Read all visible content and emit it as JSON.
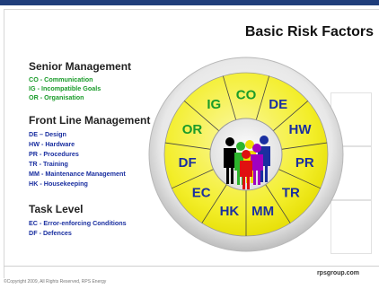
{
  "slide": {
    "title": "Basic Risk Factors",
    "sections": [
      {
        "heading": "Senior Management",
        "items": [
          "CO - Communication",
          "IG - Incompatible Goals",
          "OR - Organisation"
        ]
      },
      {
        "heading": "Front Line Management",
        "items": [
          "DE – Design",
          "HW - Hardware",
          "PR - Procedures",
          "TR - Training",
          "MM - Maintenance Management",
          "HK - Housekeeping"
        ]
      },
      {
        "heading": "Task Level",
        "items": [
          "EC - Error-enforcing Conditions",
          "DF - Defences"
        ]
      }
    ],
    "wheel_labels": [
      "CO",
      "DE",
      "HW",
      "PR",
      "TR",
      "MM",
      "HK",
      "EC",
      "DF",
      "OR",
      "IG"
    ],
    "footer": {
      "copyright": "©Copyright 2009,  All Rights Reserved,  RPS Energy",
      "site": "rpsgroup.com"
    }
  },
  "colors": {
    "senior_text": "#1a9b2a",
    "frontline_text": "#1a2fa0",
    "wheel_label_green": "#1a9b2a",
    "wheel_label_blue": "#1a2fa0",
    "wheel_fill": "#f3ee2a"
  }
}
